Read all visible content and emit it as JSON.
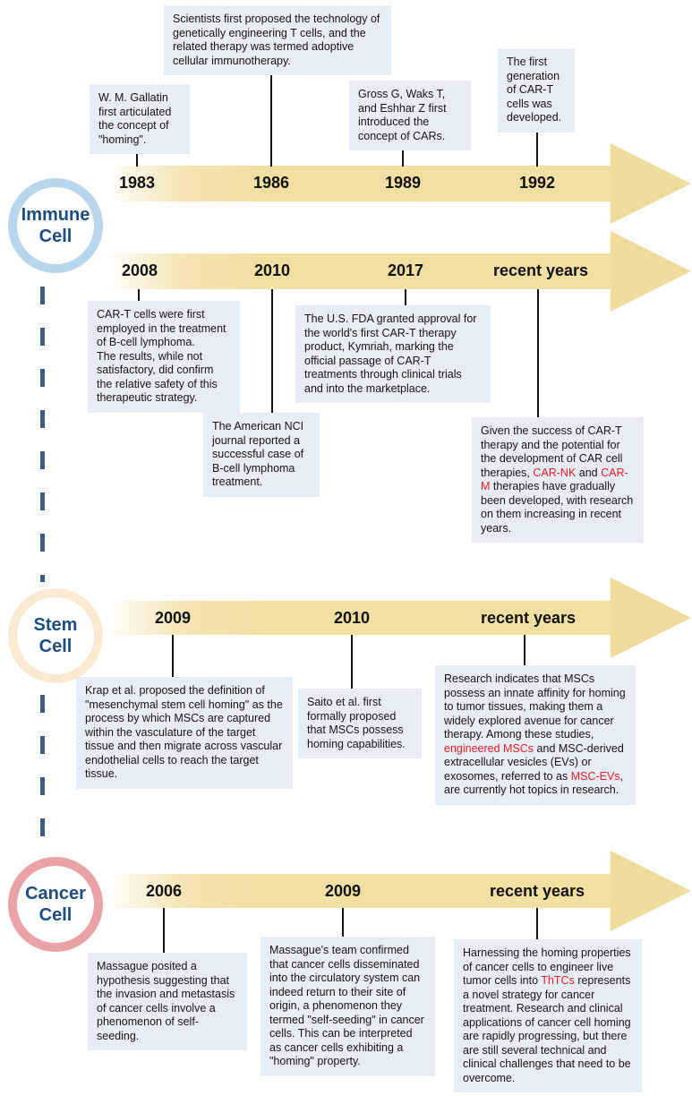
{
  "legend": {
    "circles": [
      {
        "line1": "Immune",
        "line2": "Cell"
      },
      {
        "line1": "Stem",
        "line2": "Cell"
      },
      {
        "line1": "Cancer",
        "line2": "Cell"
      }
    ]
  },
  "years": {
    "immune_row1": [
      "1983",
      "1986",
      "1989",
      "1992"
    ],
    "immune_row2": [
      "2008",
      "2010",
      "2017",
      "recent years"
    ],
    "stem": [
      "2009",
      "2010",
      "recent years"
    ],
    "cancer": [
      "2006",
      "2009",
      "recent years"
    ]
  },
  "boxes": {
    "scientists": {
      "text": "Scientists first proposed the technology of genetically engineering T cells, and the related therapy was termed adoptive cellular immunotherapy."
    },
    "gallatin": {
      "text": "W. M. Gallatin first articulated the concept of \"homing\"."
    },
    "gross": {
      "text": "Gross G, Waks T, and Eshhar Z first introduced the concept of CARs."
    },
    "first_gen": {
      "text": "The first generation of CAR-T cells was developed."
    },
    "cart_lymphoma": {
      "text": "CAR-T cells were first employed in the treatment of B-cell lymphoma.\nThe results, while not satisfactory, did confirm the relative safety of this therapeutic strategy."
    },
    "nci": {
      "text": "The American NCI journal reported a successful case of B-cell lymphoma treatment."
    },
    "fda": {
      "text": "The U.S. FDA granted approval for the world's first CAR-T therapy product, Kymriah, marking the official passage of CAR-T treatments through clinical trials and into the marketplace."
    },
    "car_family": {
      "segments": [
        {
          "text": "Given the success of CAR-T therapy and the potential for the development of CAR cell therapies, ",
          "highlight": false
        },
        {
          "text": "CAR-NK",
          "highlight": true
        },
        {
          "text": " and ",
          "highlight": false
        },
        {
          "text": "CAR-M",
          "highlight": true
        },
        {
          "text": " therapies have gradually been developed, with research on them increasing in recent years.",
          "highlight": false
        }
      ]
    },
    "krap": {
      "text": "Krap et al. proposed the definition of \"mesenchymal stem cell homing\" as the process by which MSCs are captured within the vasculature of the target tissue and then migrate across vascular endothelial cells to reach the target tissue."
    },
    "saito": {
      "text": "Saito et al. first formally proposed that MSCs possess homing capabilities."
    },
    "msc_research": {
      "segments": [
        {
          "text": "Research indicates that MSCs possess an innate affinity for homing to tumor tissues, making them a widely explored avenue for cancer therapy. Among these studies, ",
          "highlight": false
        },
        {
          "text": "engineered MSCs",
          "highlight": true
        },
        {
          "text": " and MSC-derived extracellular vesicles (EVs) or exosomes, referred to as ",
          "highlight": false
        },
        {
          "text": "MSC-EVs",
          "highlight": true
        },
        {
          "text": ", are currently hot topics in research.",
          "highlight": false
        }
      ]
    },
    "massague_hypothesis": {
      "text": "Massague posited a hypothesis suggesting that the invasion and metastasis of cancer cells involve a phenomenon of self-seeding."
    },
    "massague_confirmed": {
      "text": "Massague's team confirmed that cancer cells disseminated into the circulatory system can indeed return to their site of origin, a phenomenon they termed \"self-seeding\" in cancer cells. This can be interpreted as cancer cells exhibiting a \"homing\" property."
    },
    "thtc": {
      "segments": [
        {
          "text": "Harnessing the homing properties of cancer cells to engineer live tumor cells into ",
          "highlight": false
        },
        {
          "text": "ThTCs",
          "highlight": true
        },
        {
          "text": " represents a novel strategy for cancer treatment. Research and clinical applications of cancer cell homing are rapidly progressing, but there are still several technical and clinical challenges that need to be overcome.",
          "highlight": false
        }
      ]
    }
  },
  "colors": {
    "timeline_band": "#f2dfa2",
    "box_background": "#e7edf4",
    "highlight_red": "#ed1c24",
    "circle_text": "#1c4d80",
    "immune_ring": "#b7d6ec",
    "stem_ring": "#fbe9d1",
    "cancer_ring": "#e9a3a6",
    "connector_dash": "#3f5b7d",
    "tick_line": "#151515"
  }
}
